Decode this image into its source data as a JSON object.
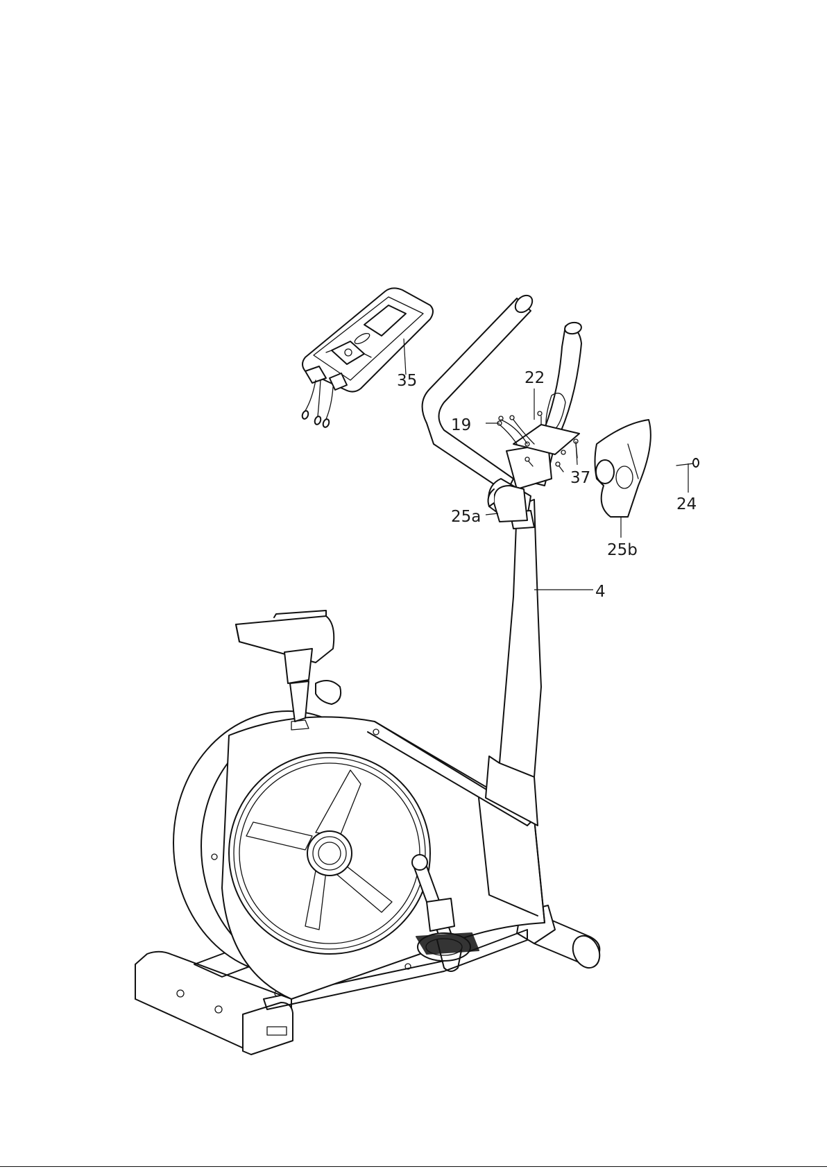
{
  "diagram": {
    "callouts": {
      "console": "35",
      "sensor_wire": "19",
      "screw_top": "22",
      "screw_side": "37",
      "bolt": "24",
      "cover_front": "25a",
      "cover_rear": "25b",
      "upright_post": "4"
    }
  },
  "colors": {
    "line": "#111111",
    "background": "#ffffff"
  }
}
